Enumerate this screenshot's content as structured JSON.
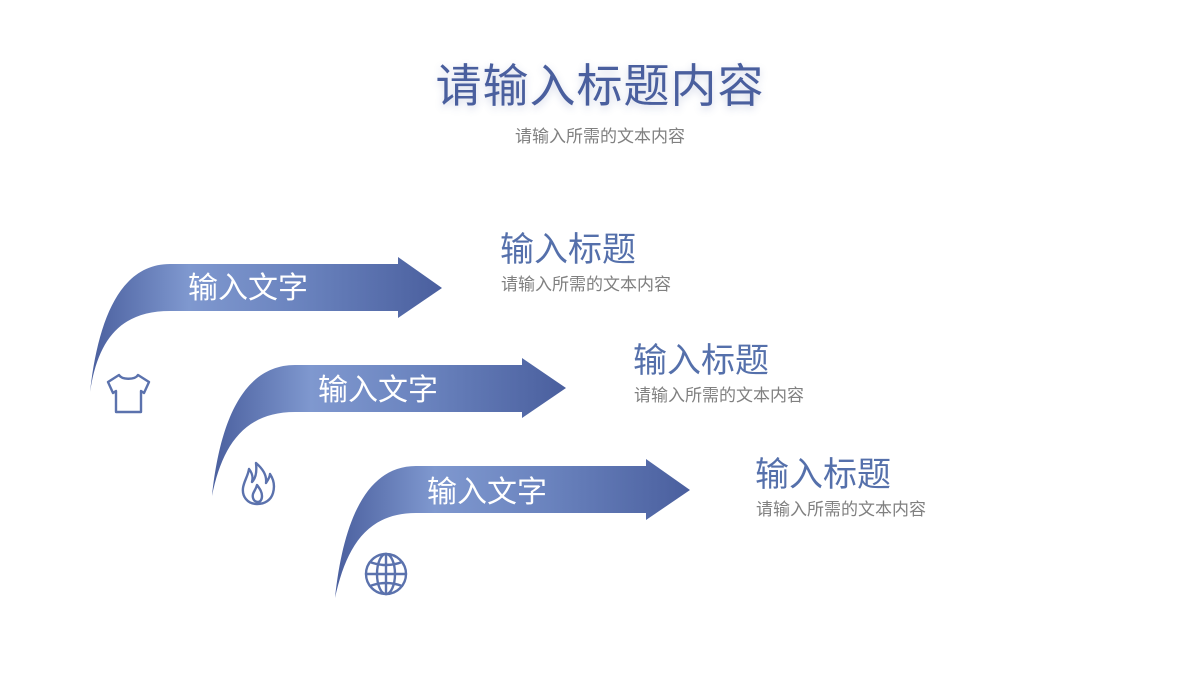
{
  "header": {
    "title": "请输入标题内容",
    "subtitle": "请输入所需的文本内容"
  },
  "colors": {
    "arrow_light": "#8aa2d6",
    "arrow_dark": "#4a5f9e",
    "title": "#4a5f9e",
    "item_title": "#5570ab",
    "desc": "#808080",
    "icon": "#5b72ad"
  },
  "items": [
    {
      "arrow_label": "输入文字",
      "title": "输入标题",
      "desc": "请输入所需的文本内容",
      "icon": "tshirt-icon"
    },
    {
      "arrow_label": "输入文字",
      "title": "输入标题",
      "desc": "请输入所需的文本内容",
      "icon": "fire-icon"
    },
    {
      "arrow_label": "输入文字",
      "title": "输入标题",
      "desc": "请输入所需的文本内容",
      "icon": "globe-icon"
    }
  ]
}
